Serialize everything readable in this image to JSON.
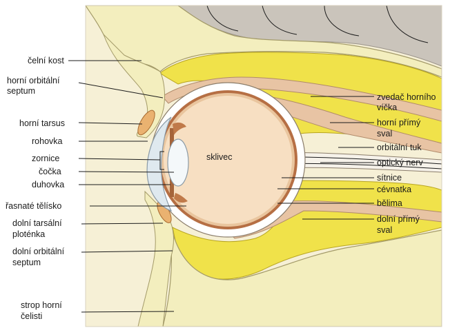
{
  "labels": {
    "celni_kost": "čelní kost",
    "horni_septum_1": "horní orbitální",
    "horni_septum_2": "septum",
    "horni_tarsus": "horní tarsus",
    "rohovka": "rohovka",
    "zornice": "zornice",
    "cocka": "čočka",
    "duhovka": "duhovka",
    "rasnate": "řasnaté tělísko",
    "dolni_tarsalni_1": "dolní tarsální",
    "dolni_tarsalni_2": "ploténka",
    "dolni_septum_1": "dolní orbitální",
    "dolni_septum_2": "septum",
    "strop_1": "strop horní",
    "strop_2": "čelisti",
    "sklivec": "sklivec",
    "zvedac_1": "zvedač horního",
    "zvedac_2": "víčka",
    "horni_primy_1": "horní přímý",
    "horni_primy_2": "sval",
    "orbitalni_tuk": "orbitální tuk",
    "opticky_nerv": "optický nerv",
    "sitnice": "sítnice",
    "cevnatka": "cévnatka",
    "belima": "bělima",
    "dolni_primy_1": "dolní přímý",
    "dolni_primy_2": "sval"
  },
  "colors": {
    "bone": "#f3eebe",
    "fat": "#f0e24a",
    "fat_outline": "#b8a520",
    "muscle": "#e8c4a4",
    "tarsus": "#eab270",
    "vitreous": "#f7dfc2",
    "sclera": "#ffffff",
    "choroid": "#b66f44",
    "brain": "#cac4bb",
    "lens": "#f4f8fa",
    "cornea_shadow": "#c9d8e2"
  }
}
